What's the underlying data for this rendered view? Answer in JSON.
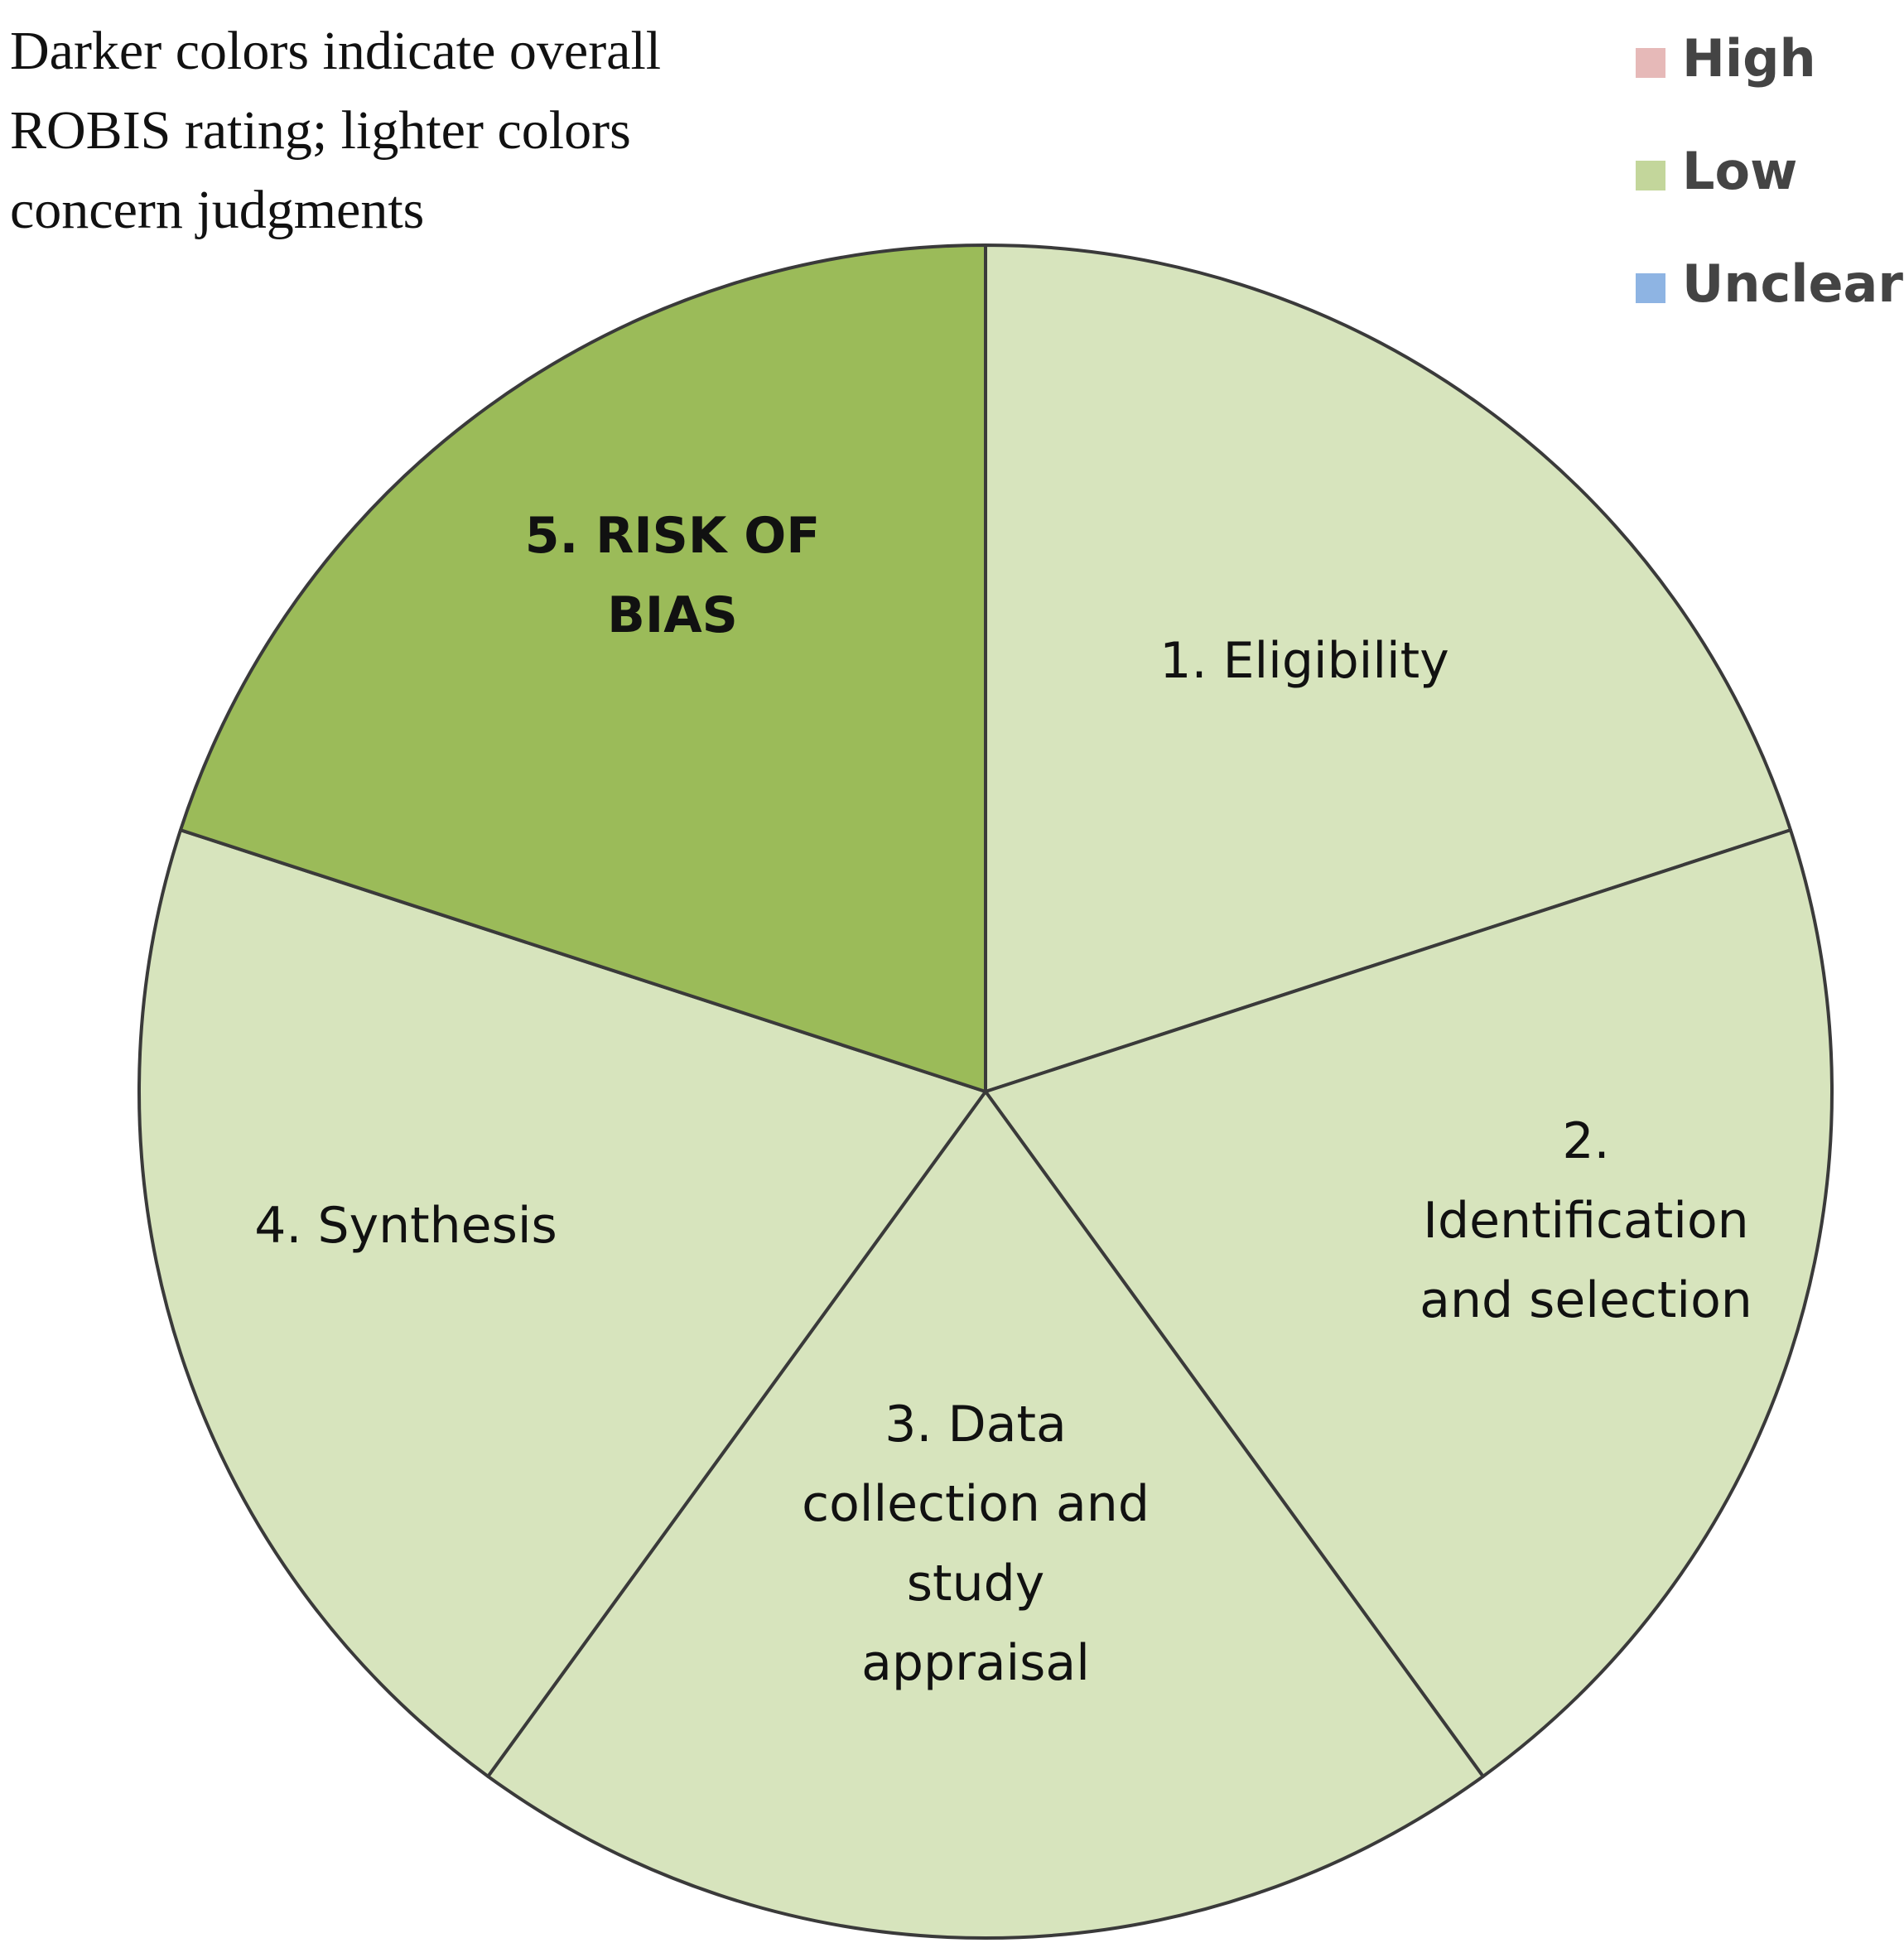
{
  "note": {
    "lines": [
      "Darker colors indicate overall",
      "ROBIS rating;  lighter colors",
      "concern judgments"
    ]
  },
  "chart_data": {
    "type": "pie",
    "slices": [
      {
        "label_lines": [
          "1. Eligibility"
        ],
        "value": 1,
        "rating": "Low",
        "kind": "concern",
        "color": "#d7e4bd"
      },
      {
        "label_lines": [
          "2.",
          "Identification",
          "and selection"
        ],
        "value": 1,
        "rating": "Low",
        "kind": "concern",
        "color": "#d7e4bd"
      },
      {
        "label_lines": [
          "3.  Data",
          "collection and",
          "study",
          "appraisal"
        ],
        "value": 1,
        "rating": "Low",
        "kind": "concern",
        "color": "#d7e4bd"
      },
      {
        "label_lines": [
          "4.  Synthesis"
        ],
        "value": 1,
        "rating": "Low",
        "kind": "concern",
        "color": "#d7e4bd"
      },
      {
        "label_lines": [
          "5.  RISK OF",
          "BIAS"
        ],
        "value": 1,
        "rating": "Low",
        "kind": "overall",
        "color": "#9bbb59"
      }
    ],
    "start_angle_deg": 0,
    "direction": "clockwise",
    "legend": {
      "placement": "top-right",
      "entries": [
        {
          "label": "High",
          "color": "#e6b9b8"
        },
        {
          "label": "Low",
          "color": "#c3d69b"
        },
        {
          "label": "Unclear",
          "color": "#8eb4e3"
        }
      ]
    },
    "outline_color": "#3a3a3a"
  }
}
